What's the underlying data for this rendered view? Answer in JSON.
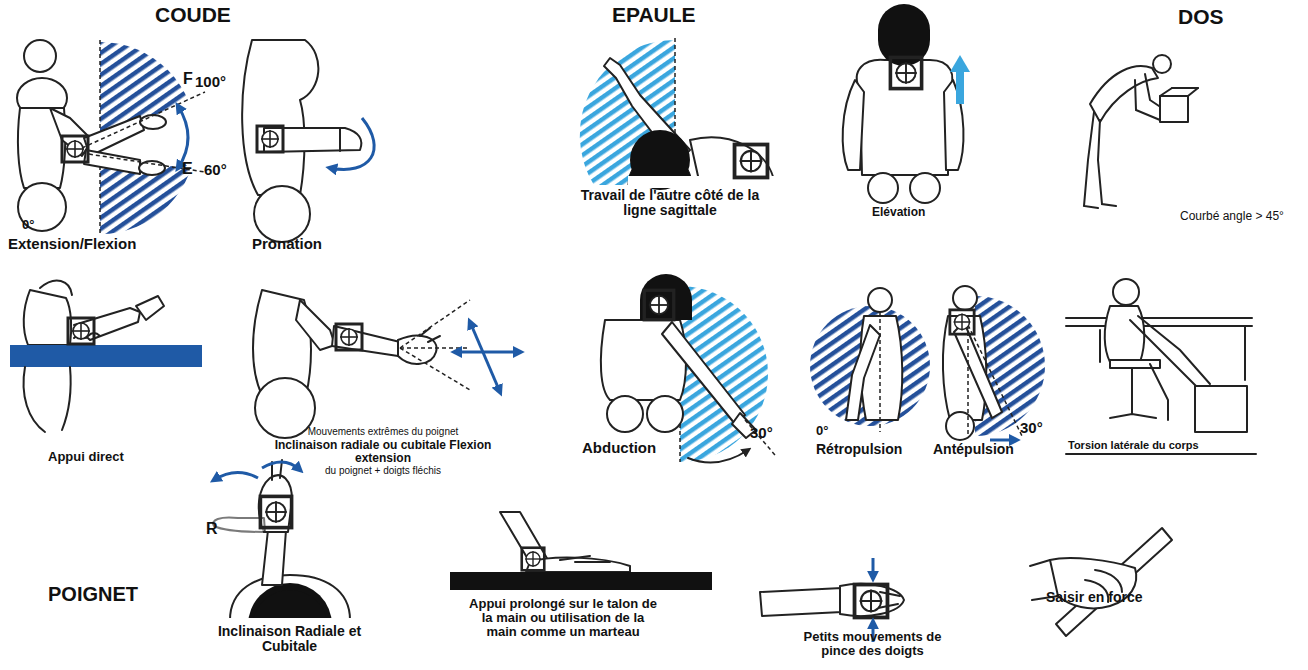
{
  "diagram": {
    "labels": [
      "COUDE",
      "EPAULE",
      "DOS",
      "F",
      "100°",
      "0°",
      "E",
      "60°",
      "Extension/Flexion",
      "Pronation",
      "Travail de l'autre côté de la ligne sagittale",
      "Elévation",
      "Courbé angle > 45°",
      "Appui direct",
      "Mouvements extrêmes du poignet",
      "Inclinaison radiale ou cubitale Flexion extension",
      "du poignet + doigts fléchis",
      "Abduction",
      "30°",
      "0°",
      "Rétropulsion",
      "Antépulsion",
      "30°",
      "Torsion latérale du corps",
      "POIGNET",
      "R",
      "Inclinaison Radiale et Cubitale",
      "Appui prolongé sur le talon de la main ou utilisation de la main comme un marteau",
      "Petits mouvements de pince des doigts",
      "Saisir en force"
    ]
  }
}
